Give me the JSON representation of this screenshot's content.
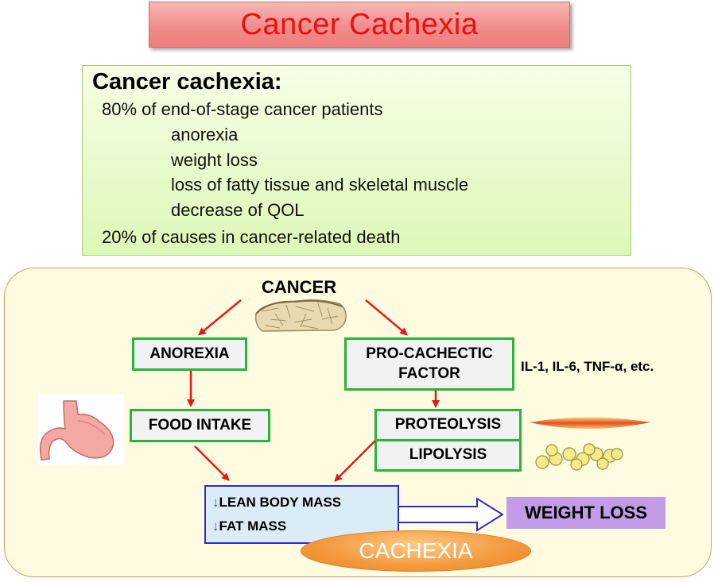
{
  "title": "Cancer Cachexia",
  "info": {
    "heading": "Cancer cachexia:",
    "line1": "80% of end-of-stage cancer patients",
    "items": [
      "anorexia",
      "weight loss",
      "loss of fatty tissue and skeletal muscle",
      "decrease of QOL"
    ],
    "line2": "20% of causes in cancer-related death"
  },
  "diagram": {
    "cancer": "CANCER",
    "anorexia": "ANOREXIA",
    "pro_cachectic": "PRO-CACHECTIC FACTOR",
    "cytokines": "IL-1, IL-6, TNF-α, etc.",
    "food_intake": "FOOD INTAKE",
    "proteolysis": "PROTEOLYSIS",
    "lipolysis": "LIPOLYSIS",
    "lean_body_mass": "LEAN BODY MASS",
    "fat_mass": "FAT MASS",
    "down_arrow": "↓",
    "weight_loss": "WEIGHT LOSS",
    "cachexia": "CACHEXIA"
  },
  "colors": {
    "arrow_red": "#e31a1a",
    "node_border": "#27b53a",
    "mass_border": "#2a2ad6",
    "weight_bg": "#c39be6",
    "title_text": "#e81010"
  }
}
